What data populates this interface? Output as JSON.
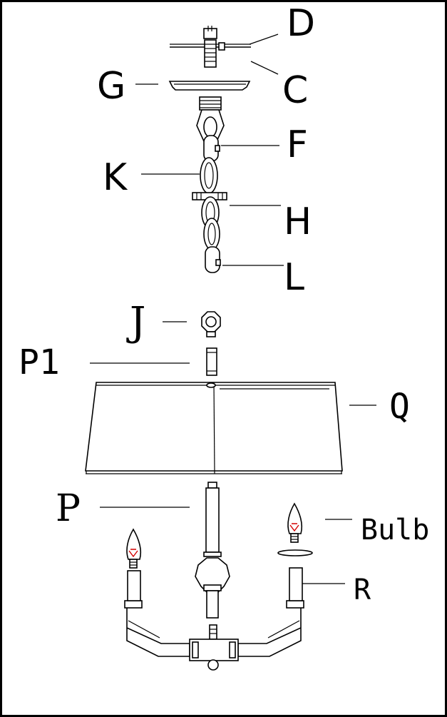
{
  "labels": {
    "D": "D",
    "C": "C",
    "G": "G",
    "F": "F",
    "K": "K",
    "H": "H",
    "L": "L",
    "J": "J",
    "P1": "P1",
    "Q": "Q",
    "P": "P",
    "Bulb": "Bulb",
    "R": "R"
  },
  "colors": {
    "line": "#000000",
    "bulb_filament": "#d40000",
    "background": "#ffffff"
  }
}
